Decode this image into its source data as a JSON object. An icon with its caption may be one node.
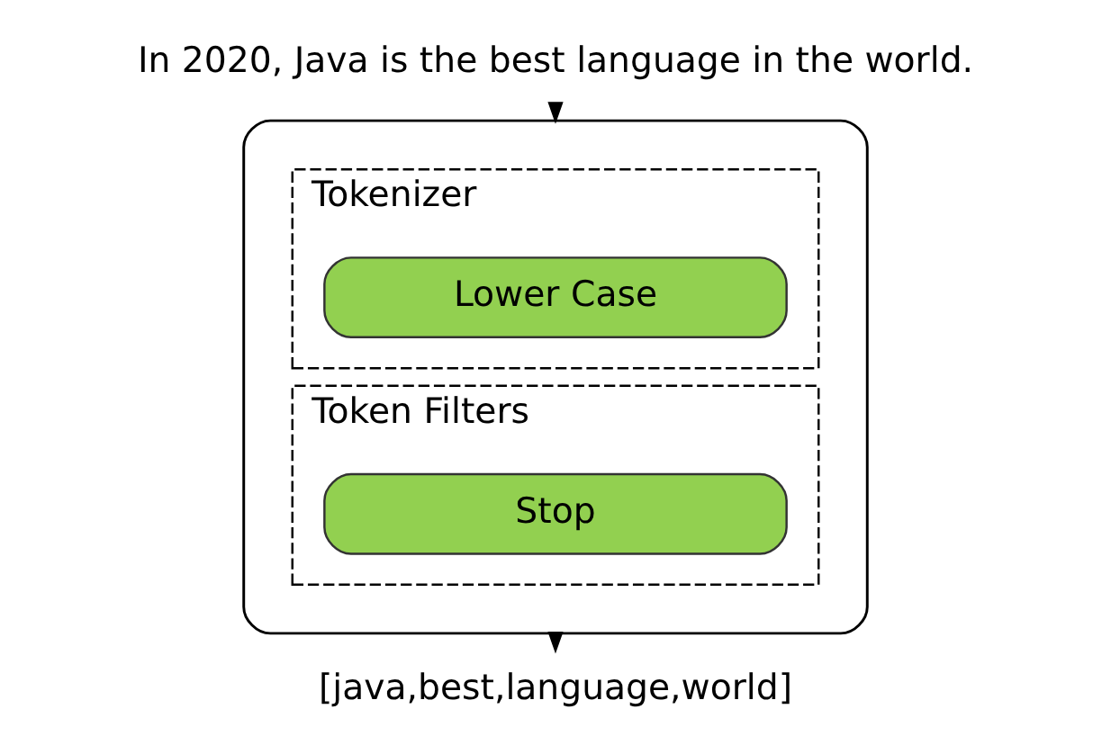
{
  "diagram": {
    "nodes": [
      {
        "text": [
          "In 2020, Java is the best language in the world."
        ]
      },
      {
        "text": [],
        "shape": "box"
      },
      {
        "text": [
          "Tokenizer"
        ],
        "in": 1
      },
      {
        "text": [
          "Lower Case"
        ],
        "in": 2
      },
      {
        "text": [
          "Token Filters"
        ],
        "in": 1
      },
      {
        "text": [
          "Stop"
        ],
        "in": 4
      },
      {
        "text": [
          "[java,best,language,world]"
        ]
      }
    ],
    "edges": [
      {
        "from": 0,
        "to": 1,
        "arrow": "to"
      },
      {
        "from": 1,
        "to": 6,
        "arrow": "to"
      }
    ]
  }
}
